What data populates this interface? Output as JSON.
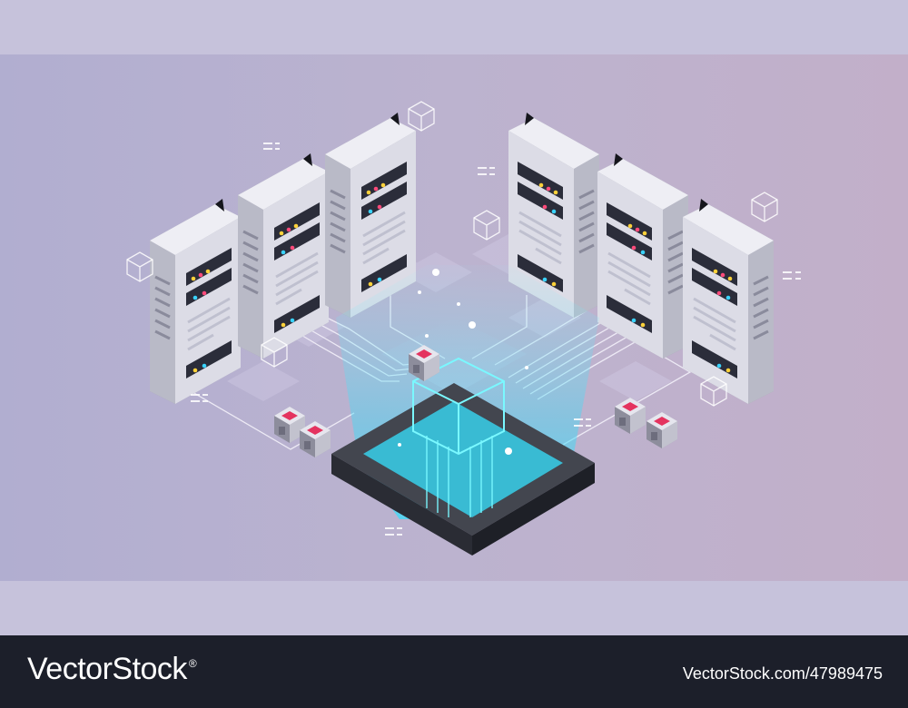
{
  "footer": {
    "brand_name": "VectorStock",
    "registered_mark": "®",
    "stock_id": "VectorStock.com/47989475"
  },
  "illustration": {
    "subject": "isometric-server-racks-data-center",
    "server_count": 6,
    "colors": {
      "background_left": "#b1aed0",
      "background_right": "#c2afc9",
      "server_body": "#d9d9e3",
      "server_side": "#9fa0b0",
      "panel_dark": "#2b2d3a",
      "platform": "#33363f",
      "hologram": "#35e3ff",
      "chip_top": "#e4335f"
    },
    "icons": [
      "wireframe-cube-icon",
      "chip-cube-icon",
      "server-icon",
      "glowing-cube-icon"
    ]
  }
}
